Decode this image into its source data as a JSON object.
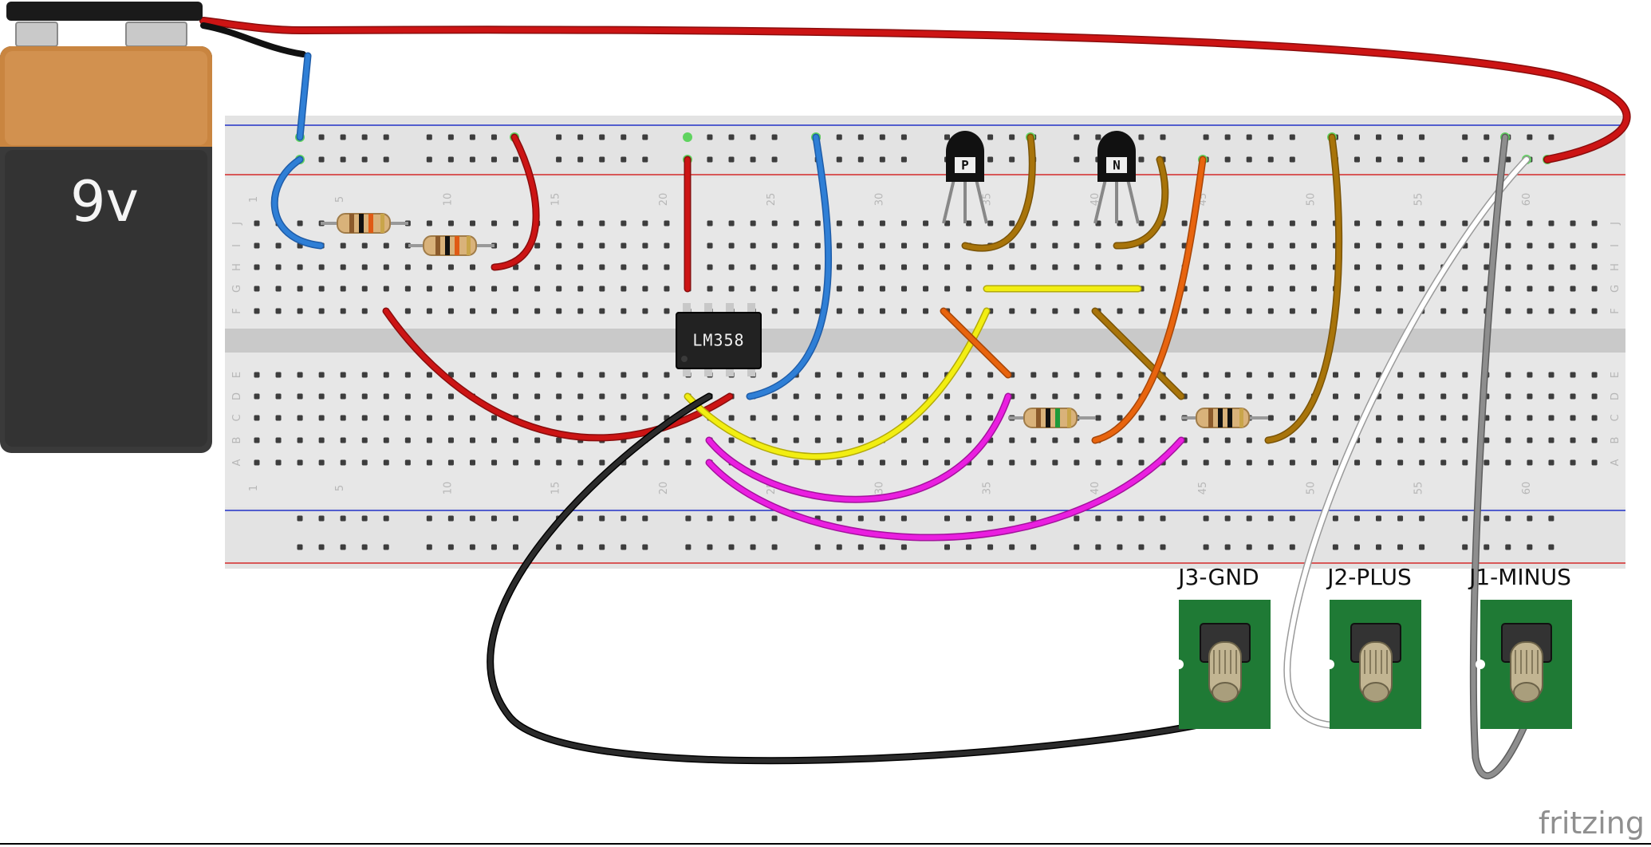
{
  "battery": {
    "label": "9v"
  },
  "chip": {
    "label": "LM358"
  },
  "transistors": [
    {
      "label": "P"
    },
    {
      "label": "N"
    }
  ],
  "jacks": [
    {
      "label": "J3-GND"
    },
    {
      "label": "J2-PLUS"
    },
    {
      "label": "J1-MINUS"
    }
  ],
  "breadboard": {
    "column_numbers": [
      "1",
      "5",
      "10",
      "15",
      "20",
      "25",
      "30",
      "35",
      "40",
      "45",
      "50",
      "55",
      "60"
    ],
    "row_letters_top": [
      "J",
      "I",
      "H",
      "G",
      "F"
    ],
    "row_letters_bottom": [
      "E",
      "D",
      "C",
      "B",
      "A"
    ]
  },
  "watermark": "fritzing",
  "colors": {
    "red_wire": "#cc1414",
    "blue_wire": "#2f7fd6",
    "yellow_wire": "#f2ee12",
    "magenta_wire": "#ea1fe0",
    "orange_wire": "#e8640e",
    "olive_wire": "#a8740a",
    "black_wire": "#1c1c1c",
    "white_wire": "#ffffff",
    "gray_wire": "#8e8e8e"
  }
}
